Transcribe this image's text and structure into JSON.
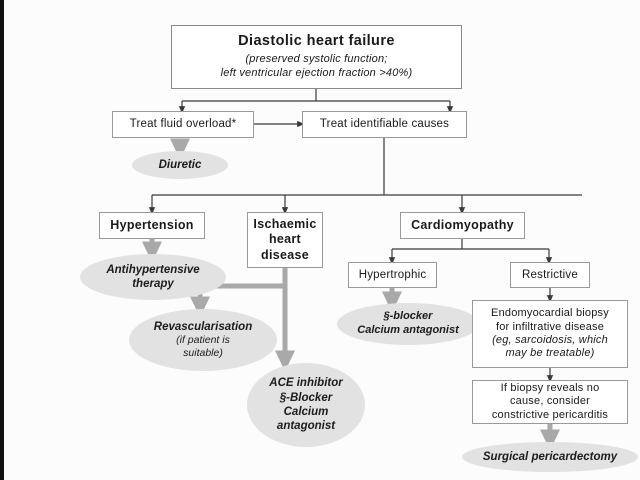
{
  "diagram": {
    "title": "Diastolic heart failure management algorithm",
    "colors": {
      "box_border": "#9a9a9a",
      "box_fill": "#ffffff",
      "ellipse_fill": "#e2e2e2",
      "thin_connector": "#3a3a3a",
      "thick_connector": "#a9a9a9",
      "text": "#1a1a1a",
      "page_background": "#fcfcfc",
      "left_edge": "#111111"
    },
    "nodes": {
      "root": {
        "heading": "Diastolic heart failure",
        "sub_line_1": "(preserved systolic function;",
        "sub_line_2": "left ventricular ejection fraction >40%)"
      },
      "fluid": {
        "label": "Treat fluid overload*"
      },
      "diuretic": {
        "label": "Diuretic"
      },
      "causes": {
        "label": "Treat identifiable causes"
      },
      "hypertension": {
        "label": "Hypertension"
      },
      "antihypertensive": {
        "line_1": "Antihypertensive",
        "line_2": "therapy"
      },
      "ischaemic": {
        "line_1": "Ischaemic",
        "line_2": "heart",
        "line_3": "disease"
      },
      "revascularisation": {
        "line_1": "Revascularisation",
        "note_1": "(if patient is",
        "note_2": "suitable)"
      },
      "ace": {
        "line_1": "ACE inhibitor",
        "line_2": "§-Blocker",
        "line_3": "Calcium",
        "line_4": "antagonist"
      },
      "cardiomyopathy": {
        "label": "Cardiomyopathy"
      },
      "hypertrophic": {
        "label": "Hypertrophic"
      },
      "betablocker": {
        "line_1": "§-blocker",
        "line_2": "Calcium antagonist"
      },
      "restrictive": {
        "label": "Restrictive"
      },
      "biopsy": {
        "line_1": "Endomyocardial biopsy",
        "line_2": "for infiltrative disease",
        "note_1": "(eg, sarcoidosis, which",
        "note_2": "may be treatable)"
      },
      "constrictive": {
        "line_1": "If biopsy reveals no",
        "line_2": "cause, consider",
        "line_3": "constrictive pericarditis"
      },
      "pericardectomy": {
        "label": "Surgical pericardectomy"
      }
    }
  }
}
